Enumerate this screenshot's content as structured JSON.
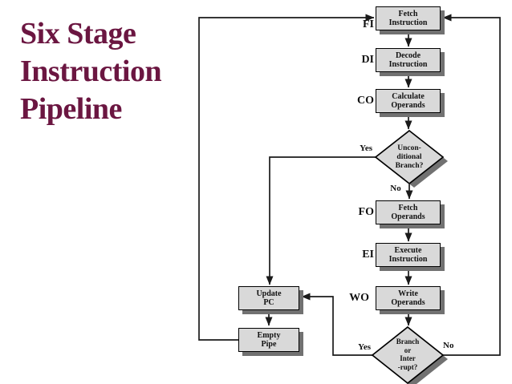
{
  "slide": {
    "title": "Six Stage\nInstruction\nPipeline",
    "title_color": "#6b1641"
  },
  "flowchart": {
    "stages": [
      {
        "abbr": "FI",
        "label": "Fetch\nInstruction"
      },
      {
        "abbr": "DI",
        "label": "Decode\nInstruction"
      },
      {
        "abbr": "CO",
        "label": "Calculate\nOperands"
      },
      {
        "abbr": "FO",
        "label": "Fetch\nOperands"
      },
      {
        "abbr": "EI",
        "label": "Execute\nInstruction"
      },
      {
        "abbr": "WO",
        "label": "Write\nOperands"
      }
    ],
    "decisions": [
      {
        "label": "Uncon-\nditional\nBranch?",
        "yes_label": "Yes",
        "no_label": "No"
      },
      {
        "label": "Branch\nor\nInter\n-rupt?",
        "yes_label": "Yes",
        "no_label": "No"
      }
    ],
    "side_boxes": [
      {
        "label": "Update\nPC"
      },
      {
        "label": "Empty\nPipe"
      }
    ],
    "colors": {
      "box_fill": "#d9d9d9",
      "box_border": "#000000",
      "shadow": "#717171",
      "line": "#1a1a1a"
    }
  }
}
